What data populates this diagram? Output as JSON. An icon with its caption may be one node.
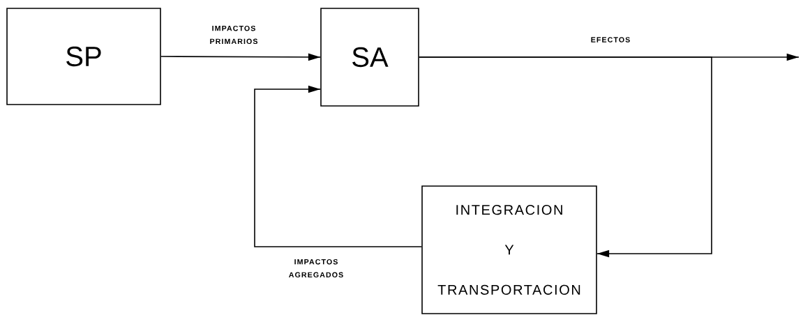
{
  "diagram": {
    "nodes": [
      {
        "text": [
          "SP"
        ]
      },
      {
        "text": [
          "SA"
        ]
      },
      {
        "text": [
          "INTEGRACION Y TRANSPORTACION"
        ]
      }
    ],
    "edges": [
      {
        "from": 0,
        "to": 1,
        "arrow": "to",
        "label": "IMPACTOS PRIMARIOS"
      },
      {
        "from": 1,
        "to": null,
        "arrow": "to",
        "label": "EFECTOS"
      },
      {
        "from": 1,
        "to": 2,
        "arrow": "to"
      },
      {
        "from": 2,
        "to": 1,
        "arrow": "to",
        "label": "IMPACTOS AGREGADOS"
      }
    ]
  }
}
